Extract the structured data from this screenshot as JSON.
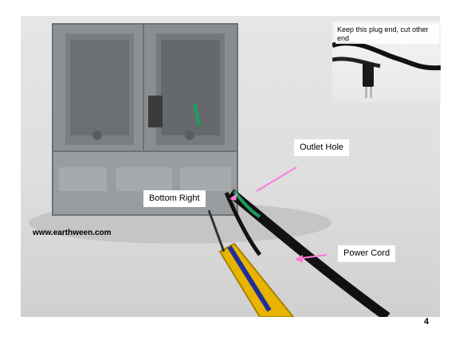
{
  "labels": {
    "outlet_hole": "Outlet Hole",
    "bottom_right": "Bottom Right",
    "power_cord": "Power Cord"
  },
  "inset": {
    "note": "Keep this plug end, cut other end"
  },
  "watermark": "www.earthween.com",
  "page_number": "4",
  "colors": {
    "box_gray": "#8e9193",
    "arrow_pink": "#ff7ad9",
    "screwdriver_yellow": "#e8b400",
    "cord_black": "#111111",
    "wire_green": "#1aa05a"
  },
  "icons": {
    "electrical_box": "double-gang-box",
    "plug": "two-prong-plug",
    "screwdriver": "screwdriver"
  }
}
